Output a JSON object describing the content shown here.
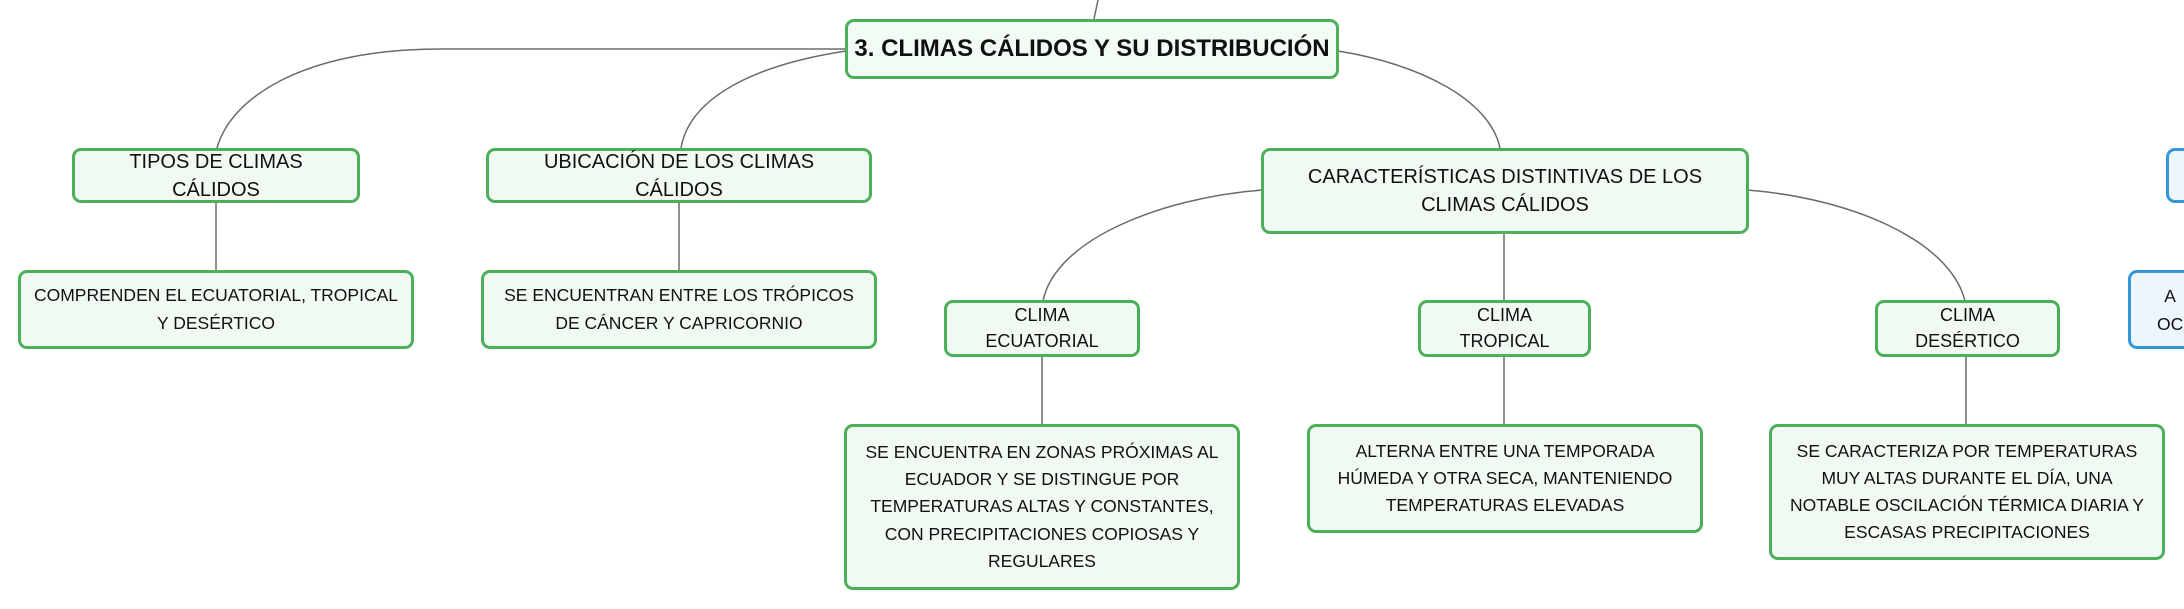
{
  "colors": {
    "node_border": "#4caf5a",
    "node_fill": "#f1f9f3",
    "line": "#6b6b6b",
    "partial_border": "#3596d9"
  },
  "root": {
    "label": "3. CLIMAS CÁLIDOS Y SU DISTRIBUCIÓN"
  },
  "branches": [
    {
      "label": "TIPOS DE CLIMAS CÁLIDOS",
      "detail": "COMPRENDEN EL ECUATORIAL, TROPICAL Y DESÉRTICO"
    },
    {
      "label": "UBICACIÓN DE LOS CLIMAS CÁLIDOS",
      "detail": "SE ENCUENTRAN ENTRE LOS TRÓPICOS DE CÁNCER Y CAPRICORNIO"
    },
    {
      "label": "CARACTERÍSTICAS DISTINTIVAS DE LOS CLIMAS CÁLIDOS",
      "children": [
        {
          "label": "CLIMA ECUATORIAL",
          "detail": "SE ENCUENTRA EN ZONAS PRÓXIMAS AL ECUADOR Y SE DISTINGUE POR TEMPERATURAS ALTAS Y CONSTANTES, CON PRECIPITACIONES COPIOSAS Y REGULARES"
        },
        {
          "label": "CLIMA TROPICAL",
          "detail": "ALTERNA ENTRE UNA TEMPORADA HÚMEDA Y OTRA SECA, MANTENIENDO TEMPERATURAS ELEVADAS"
        },
        {
          "label": "CLIMA DESÉRTICO",
          "detail": "SE CARACTERIZA POR TEMPERATURAS MUY ALTAS DURANTE EL DÍA, UNA NOTABLE OSCILACIÓN TÉRMICA DIARIA Y ESCASAS PRECIPITACIONES"
        }
      ]
    }
  ],
  "offscreen_partial": {
    "line1": "A",
    "line2": "OC"
  }
}
